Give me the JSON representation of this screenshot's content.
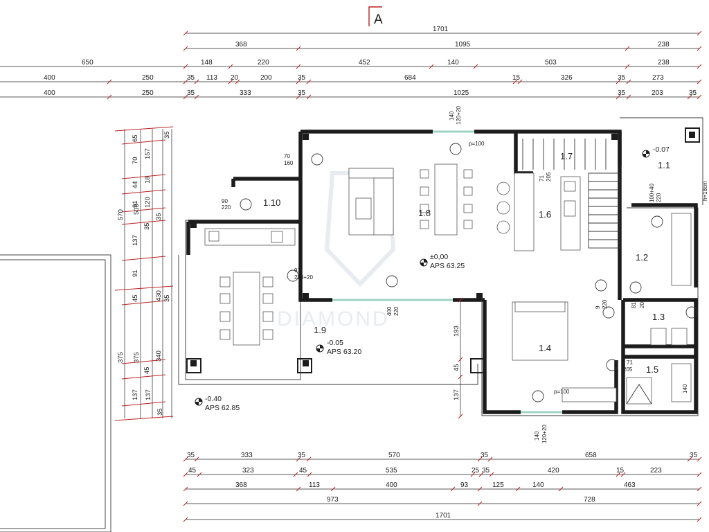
{
  "section_marker": "A",
  "watermark": "DIAMOND",
  "dims_top": {
    "r1": [
      "1701"
    ],
    "r2": [
      "368",
      "1095",
      "238"
    ],
    "r3": [
      "650",
      "148",
      "220",
      "452",
      "140",
      "503",
      "238"
    ],
    "r4": [
      "400",
      "250",
      "35",
      "113",
      "20",
      "200",
      "35",
      "684",
      "15",
      "326",
      "35",
      "273"
    ],
    "r5": [
      "400",
      "250",
      "35",
      "333",
      "35",
      "1025",
      "35",
      "203",
      "35"
    ]
  },
  "dims_bottom": {
    "r1": [
      "35",
      "333",
      "35",
      "570",
      "35",
      "658",
      "35"
    ],
    "r2": [
      "45",
      "323",
      "45",
      "535",
      "25",
      "35",
      "420",
      "15",
      "223"
    ],
    "r3": [
      "368",
      "113",
      "400",
      "93",
      "125",
      "140",
      "463"
    ],
    "r4": [
      "973",
      "728"
    ],
    "r5": [
      "1701"
    ]
  },
  "dims_left": {
    "c1": [
      "570",
      "375"
    ],
    "c2": [
      "500",
      "375",
      "137"
    ],
    "c3": [
      "65",
      "70",
      "44",
      "91",
      "35",
      "137",
      "91",
      "45",
      "45",
      "137",
      "35"
    ],
    "c4": [
      "157",
      "18",
      "120",
      "340",
      "35"
    ],
    "c5": [
      "35",
      "430",
      "35"
    ]
  },
  "rooms": [
    "1.1",
    "1.2",
    "1.3",
    "1.4",
    "1.5",
    "1.6",
    "1.7",
    "1.8",
    "1.9",
    "1.10"
  ],
  "levels": [
    {
      "v": "-0.07",
      "a": ""
    },
    {
      "v": "±0,00",
      "a": "APS 63.25"
    },
    {
      "v": "-0.05",
      "a": "APS 63.20"
    },
    {
      "v": "-0.40",
      "a": "APS 62.85"
    }
  ],
  "notes": {
    "win_top_a": "140",
    "win_top_b": "120+20",
    "p100_a": "p=100",
    "w70_a": "70",
    "w70_b": "160",
    "w90_a": "90",
    "w90_b": "220",
    "w91_a": "91",
    "w91_b": "220+20",
    "w400_a": "400",
    "w400_b": "220",
    "w71_a": "71",
    "w71_b": "205",
    "w100_a": "100+40",
    "w100_b": "220",
    "stair": "h=18cm",
    "w9_a": "9",
    "w9_b": "220",
    "w81_a": "81",
    "w81_b": "205",
    "w71b_a": "71",
    "w71b_b": "205",
    "w140_a": "140",
    "w140_b": "120+20",
    "p100_b": "p=100",
    "h140": "140"
  }
}
